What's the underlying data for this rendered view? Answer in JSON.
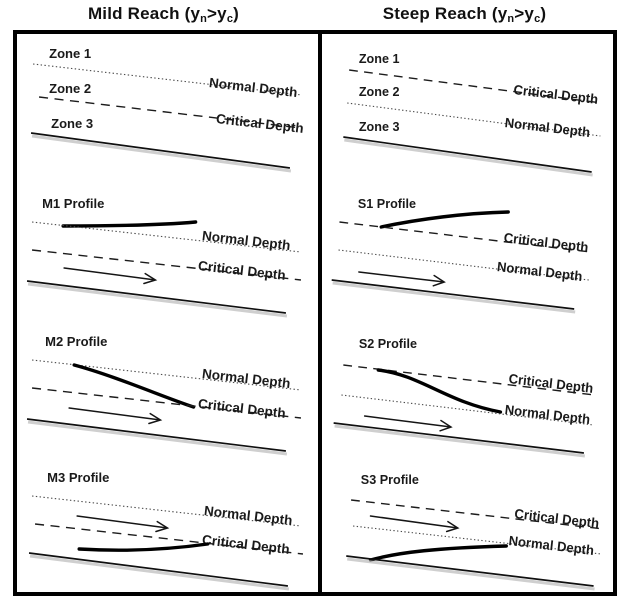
{
  "headers": {
    "left": {
      "pre": "Mild Reach (y",
      "sub_n": "n",
      "cmp": ">y",
      "sub_c": "c",
      "post": ")"
    },
    "right": {
      "pre": "Steep Reach (y",
      "sub_n": "n",
      "cmp": ">y",
      "sub_c": "c",
      "post": ")"
    }
  },
  "zones": {
    "zone1": "Zone 1",
    "zone2": "Zone 2",
    "zone3": "Zone 3"
  },
  "depth_labels": {
    "normal": "Normal Depth",
    "critical": "Critical Depth"
  },
  "profiles": {
    "m1": "M1 Profile",
    "m2": "M2 Profile",
    "m3": "M3 Profile",
    "s1": "S1 Profile",
    "s2": "S2 Profile",
    "s3": "S3 Profile"
  },
  "colors": {
    "ink": "#000000",
    "bed_shadow": "#bbbbbb",
    "background": "#ffffff"
  }
}
